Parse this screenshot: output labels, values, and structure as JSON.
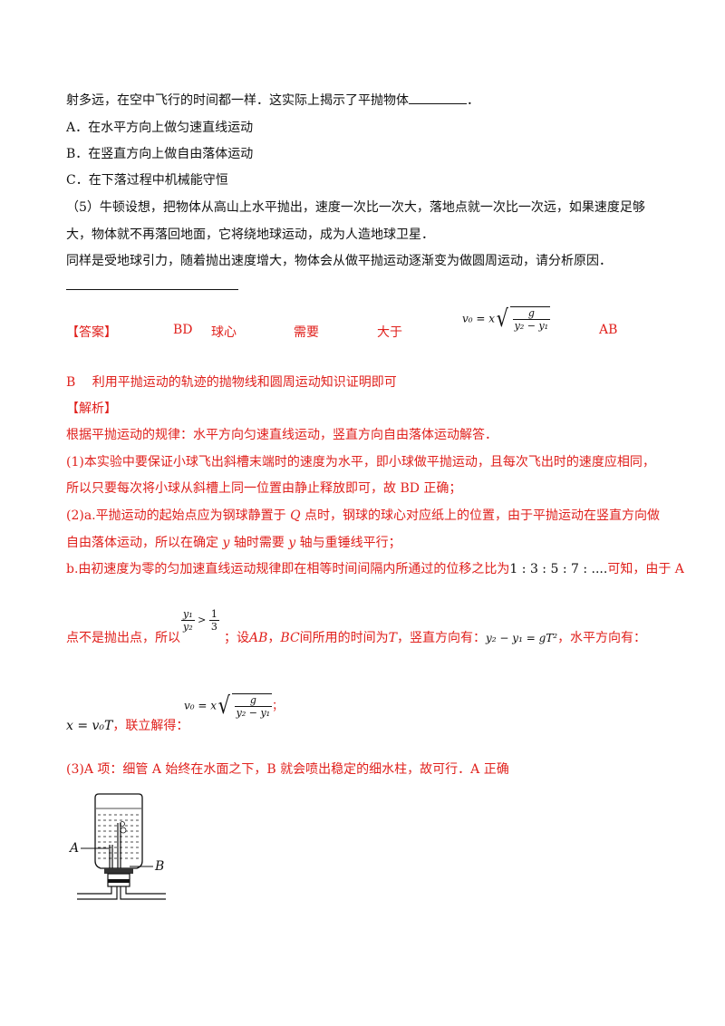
{
  "question": {
    "line1_prefix": "射多远，在空中飞行的时间都一样．这实际上揭示了平抛物体",
    "line1_suffix": "．",
    "option_a": "A．在水平方向上做匀速直线运动",
    "option_b": "B．在竖直方向上做自由落体运动",
    "option_c": "C．在下落过程中机械能守恒",
    "q5_line1": "（5）牛顿设想，把物体从高山上水平抛出，速度一次比一次大，落地点就一次比一次远，如果速度足够",
    "q5_line2": "大，物体就不再落回地面，它将绕地球运动，成为人造地球卫星．",
    "q5_line3": "同样是受地球引力，随着抛出速度增大，物体会从做平抛运动逐渐变为做圆周运动，请分析原因．"
  },
  "answer": {
    "label": "【答案】",
    "items": [
      "BD",
      "球心",
      "需要",
      "大于",
      "AB"
    ],
    "formula_v0": "v₀ = x",
    "formula_num": "g",
    "formula_den": "y₂ − y₁",
    "line2": "B　 利用平抛运动的轨迹的抛物线和圆周运动知识证明即可"
  },
  "analysis": {
    "label": "【解析】",
    "p0": "根据平抛运动的规律：水平方向匀速直线运动，竖直方向自由落体运动解答．",
    "p1a": "(1)本实验中要保证小球飞出斜槽末端时的速度为水平，即小球做平抛运动，且每次飞出时的速度应相同，",
    "p1b": "所以只要每次将小球从斜槽上同一位置由静止释放即可，故 BD 正确；",
    "p2a_1": "(2)a.平抛运动的起始点应为钢球静置于",
    "p2a_q": "Q",
    "p2a_2": "点时，钢球的球心对应纸上的位置，由于平抛运动在竖直方向做",
    "p2b_1": "自由落体运动，所以在确定",
    "p2b_y1": "y",
    "p2b_2": "轴时需要",
    "p2b_y2": "y",
    "p2b_3": "轴与重锤线平行；",
    "p3a_1": "b.由初速度为零的匀加速直线运动规律即在相等时间间隔内所通过的位移之比为",
    "p3a_ratio": "1 : 3 : 5 : 7 : ....",
    "p3a_2": "可知，由于 A",
    "p3b_1": "点不是抛出点，所以",
    "p3b_fy1": "y₁",
    "p3b_fy2": "y₂",
    "p3b_gt": " > ",
    "p3b_f1": "1",
    "p3b_f3": "3",
    "p3b_2": "；设",
    "p3b_ab": "AB",
    "p3b_3": "，",
    "p3b_bc": "BC",
    "p3b_4": "间所用的时间为",
    "p3b_t": "T",
    "p3b_5": "，竖直方向有：",
    "p3b_eq": "y₂ − y₁ = gT²",
    "p3b_6": "，水平方向有：",
    "p4_eq": "x = v₀T",
    "p4_1": "，联立解得：",
    "p4_v0": "v₀ = x",
    "p4_num": "g",
    "p4_den": "y₂ − y₁",
    "p4_2": "；",
    "p5": "(3)A 项：细管 A 始终在水面之下，B 就会喷出稳定的细水柱，故可行．A 正确"
  },
  "figure": {
    "label_a": "A",
    "label_b": "B"
  }
}
